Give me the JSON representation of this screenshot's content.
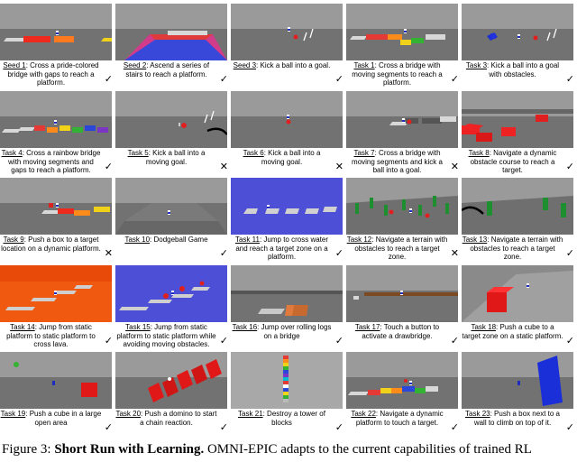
{
  "cells": [
    {
      "tag": "Seed 1",
      "desc": "Cross a pride-colored bridge with gaps to reach a platform.",
      "mark": "✓",
      "scene": "bridge-pride"
    },
    {
      "tag": "Seed 2",
      "desc": "Ascend a series of stairs to reach a platform.",
      "mark": "✓",
      "scene": "stairs"
    },
    {
      "tag": "Seed 3",
      "desc": "Kick a ball into a goal.",
      "mark": "✓",
      "scene": "kick"
    },
    {
      "tag": "Task 1",
      "desc": "Cross a bridge with moving segments to reach a platform.",
      "mark": "✓",
      "scene": "bridge-moving"
    },
    {
      "tag": "Task 3",
      "desc": "Kick a ball into a goal with obstacles.",
      "mark": "✓",
      "scene": "kick-obstacles"
    },
    {
      "tag": "Task 4",
      "desc": "Cross a rainbow bridge with moving segments and gaps to reach a platform.",
      "mark": "✓",
      "scene": "bridge-rainbow"
    },
    {
      "tag": "Task 5",
      "desc": "Kick a ball into a moving goal.",
      "mark": "✕",
      "scene": "kick-moving"
    },
    {
      "tag": "Task 6",
      "desc": "Kick a ball into a moving goal.",
      "mark": "✕",
      "scene": "kick-plain"
    },
    {
      "tag": "Task 7",
      "desc": "Cross a bridge with moving segments and kick a ball into a goal.",
      "mark": "✕",
      "scene": "bridge-kick"
    },
    {
      "tag": "Task 8",
      "desc": "Navigate a dynamic obstacle course to reach a target.",
      "mark": "✓",
      "scene": "red-obstacles"
    },
    {
      "tag": "Task 9",
      "desc": "Push a box to a target location on a dynamic platform.",
      "mark": "✕",
      "scene": "box-platform"
    },
    {
      "tag": "Task 10",
      "desc": "Dodgeball Game",
      "mark": "✓",
      "scene": "dodgeball"
    },
    {
      "tag": "Task 11",
      "desc": "Jump to cross water and reach a target zone on a platform.",
      "mark": "✓",
      "scene": "water"
    },
    {
      "tag": "Task 12",
      "desc": "Navigate a terrain with obstacles to reach a target zone.",
      "mark": "✕",
      "scene": "terrain"
    },
    {
      "tag": "Task 13",
      "desc": "Navigate a terrain with obstacles to reach a target zone.",
      "mark": "✓",
      "scene": "terrain-arrow"
    },
    {
      "tag": "Task 14",
      "desc": "Jump from static platform to static platform to cross lava.",
      "mark": "✓",
      "scene": "lava"
    },
    {
      "tag": "Task 15",
      "desc": "Jump from static platform to static platform while avoiding moving obstacles.",
      "mark": "✓",
      "scene": "blue-obstacles"
    },
    {
      "tag": "Task 16",
      "desc": "Jump over rolling logs on a bridge",
      "mark": "✓",
      "scene": "logs"
    },
    {
      "tag": "Task 17",
      "desc": "Touch a button to activate a drawbridge.",
      "mark": "✓",
      "scene": "drawbridge"
    },
    {
      "tag": "Task 18",
      "desc": "Push a cube to a target zone on a static platform.",
      "mark": "✓",
      "scene": "cube-platform"
    },
    {
      "tag": "Task 19",
      "desc": "Push a cube in a large open area",
      "mark": "✓",
      "scene": "cube-open"
    },
    {
      "tag": "Task 20",
      "desc": "Push a domino to start a chain reaction.",
      "mark": "✓",
      "scene": "domino"
    },
    {
      "tag": "Task 21",
      "desc": "Destroy a tower of blocks",
      "mark": "✓",
      "scene": "tower"
    },
    {
      "tag": "Task 22",
      "desc": "Navigate a dynamic platform to touch a target.",
      "mark": "✓",
      "scene": "bridge-dynamic"
    },
    {
      "tag": "Task 23",
      "desc": "Push a box next to a wall to climb on top of it.",
      "mark": "✓",
      "scene": "wall"
    }
  ],
  "figure_caption": {
    "label": "Figure 3:",
    "title": "Short Run with Learning.",
    "text": "OMNI-EPIC adapts to the current capabilities of trained RL"
  }
}
